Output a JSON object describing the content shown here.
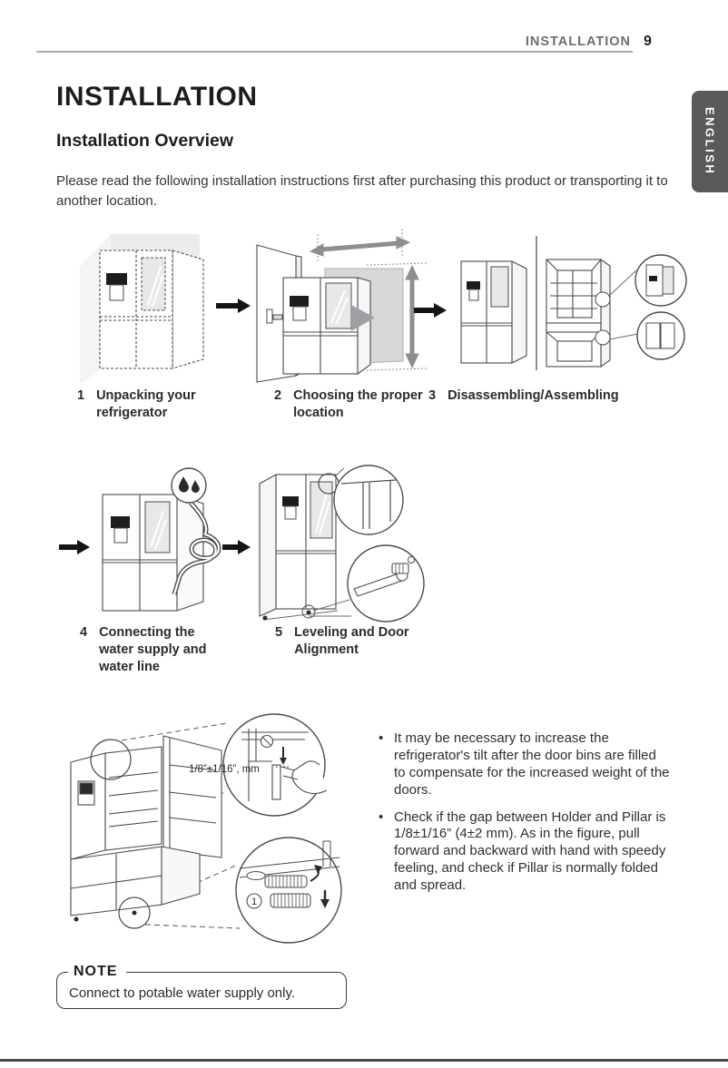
{
  "header": {
    "section_title": "INSTALLATION",
    "page_number": "9"
  },
  "language_tab": {
    "label": "ENGLISH"
  },
  "title": "INSTALLATION",
  "overview": {
    "subtitle": "Installation Overview",
    "intro": "Please read the following installation instructions first after purchasing this product or transporting it to another location."
  },
  "steps": [
    {
      "number": "1",
      "label": "Unpacking your refrigerator"
    },
    {
      "number": "2",
      "label": "Choosing the proper location"
    },
    {
      "number": "3",
      "label": "Disassembling/Assembling"
    },
    {
      "number": "4",
      "label": "Connecting the water supply and water line"
    },
    {
      "number": "5",
      "label": "Leveling and Door Alignment"
    }
  ],
  "figure": {
    "gap_label": "1/8”±1/16”, mm",
    "marker": "1"
  },
  "bullets": [
    "It may be necessary to increase the refrigerator's tilt after the door bins are filled to compensate for the increased weight of the doors.",
    "Check if the gap between Holder and Pillar is 1/8±1/16” (4±2 mm). As in the figure, pull forward and backward with hand with speedy feeling, and check if Pillar is normally folded and spread."
  ],
  "note": {
    "label": "NOTE",
    "text": "Connect to potable water supply only."
  },
  "colors": {
    "tab_background": "#58595b",
    "header_text": "#6d6e71",
    "header_rule": "#a8aaad",
    "body_text": "#231f20",
    "footer_rule": "#47484a"
  }
}
